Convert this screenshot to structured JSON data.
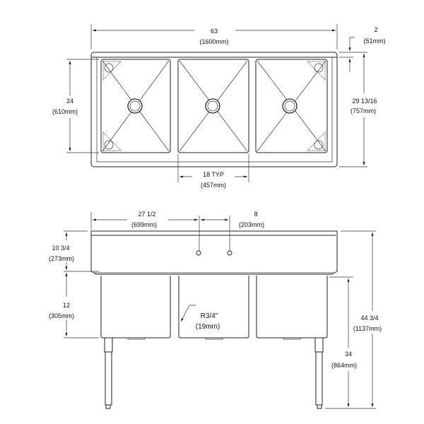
{
  "top_view": {
    "overall_width": {
      "in": "63",
      "mm": "(1600mm)"
    },
    "backsplash": {
      "in": "2",
      "mm": "(51mm)"
    },
    "overall_depth": {
      "in": "29 13/16",
      "mm": "(757mm)"
    },
    "bowl_depth": {
      "in": "24",
      "mm": "(610mm)"
    },
    "bowl_width": {
      "in": "18 TYP",
      "mm": "(457mm)"
    }
  },
  "front_view": {
    "faucet_offset": {
      "in": "27 1/2",
      "mm": "(699mm)"
    },
    "faucet_spacing": {
      "in": "8",
      "mm": "(203mm)"
    },
    "splash_height": {
      "in": "10 3/4",
      "mm": "(273mm)"
    },
    "bowl_height": {
      "in": "12",
      "mm": "(305mm)"
    },
    "corner_radius": {
      "in": "R3/4\"",
      "mm": "(19mm)"
    },
    "rim_height": {
      "in": "34",
      "mm": "(864mm)"
    },
    "overall_height": {
      "in": "44 3/4",
      "mm": "(1137mm)"
    }
  }
}
